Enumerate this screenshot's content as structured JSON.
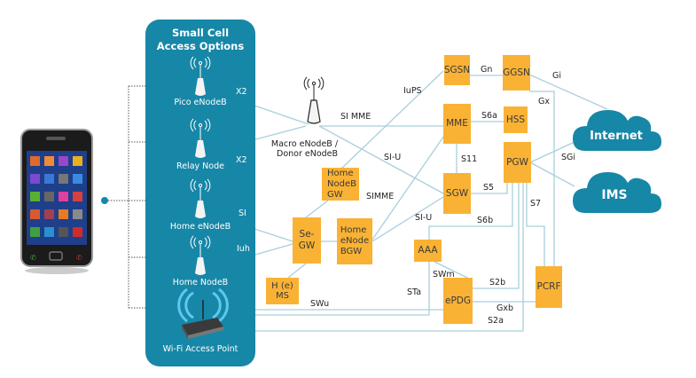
{
  "panel": {
    "title_line1": "Small Cell",
    "title_line2": "Access Options",
    "color": "#1787a7",
    "cells": [
      {
        "label": "Pico eNodeB",
        "icon": "antenna-icon"
      },
      {
        "label": "Relay Node",
        "icon": "antenna-icon"
      },
      {
        "label": "Home eNodeB",
        "icon": "antenna-icon"
      },
      {
        "label": "Home NodeB",
        "icon": "antenna-icon"
      },
      {
        "label": "Wi-Fi Access Point",
        "icon": "wifi-router-icon"
      }
    ]
  },
  "macro": {
    "line1": "Macro eNodeB /",
    "line2": "Donor eNodeB"
  },
  "nodes": {
    "sgsn": "SGSN",
    "ggsn": "GGSN",
    "mme": "MME",
    "hss": "HSS",
    "pgw": "PGW",
    "sgw": "SGW",
    "home_nodeb_gw": [
      "Home",
      "NodeB",
      "GW"
    ],
    "se_gw": [
      "Se-",
      "GW"
    ],
    "home_enodeb_gw": [
      "Home",
      "eNode",
      "BGW"
    ],
    "hems": [
      "H (e)",
      "MS"
    ],
    "aaa": "AAA",
    "epdg": "ePDG",
    "pcrf": "PCRF",
    "box_color": "#f9b234"
  },
  "clouds": {
    "internet": "Internet",
    "ims": "IMS",
    "color": "#1787a7"
  },
  "interfaces": {
    "x2_pico": "X2",
    "x2_relay": "X2",
    "s1_home_enb": "SI",
    "iuh": "Iuh",
    "s1_mme": "SI MME",
    "iups": "IuPS",
    "s1_u_macro": "SI-U",
    "simme": "SIMME",
    "s1_u_henb": "SI-U",
    "gn": "Gn",
    "gi": "Gi",
    "gx": "Gx",
    "s6a": "S6a",
    "s11": "S11",
    "s5": "S5",
    "sgi": "SGi",
    "s6b": "S6b",
    "s7": "S7",
    "swm": "SWm",
    "s2b": "S2b",
    "sta": "STa",
    "swu": "SWu",
    "gxb": "Gxb",
    "s2a": "S2a"
  },
  "line_color": "#a9cfdc"
}
